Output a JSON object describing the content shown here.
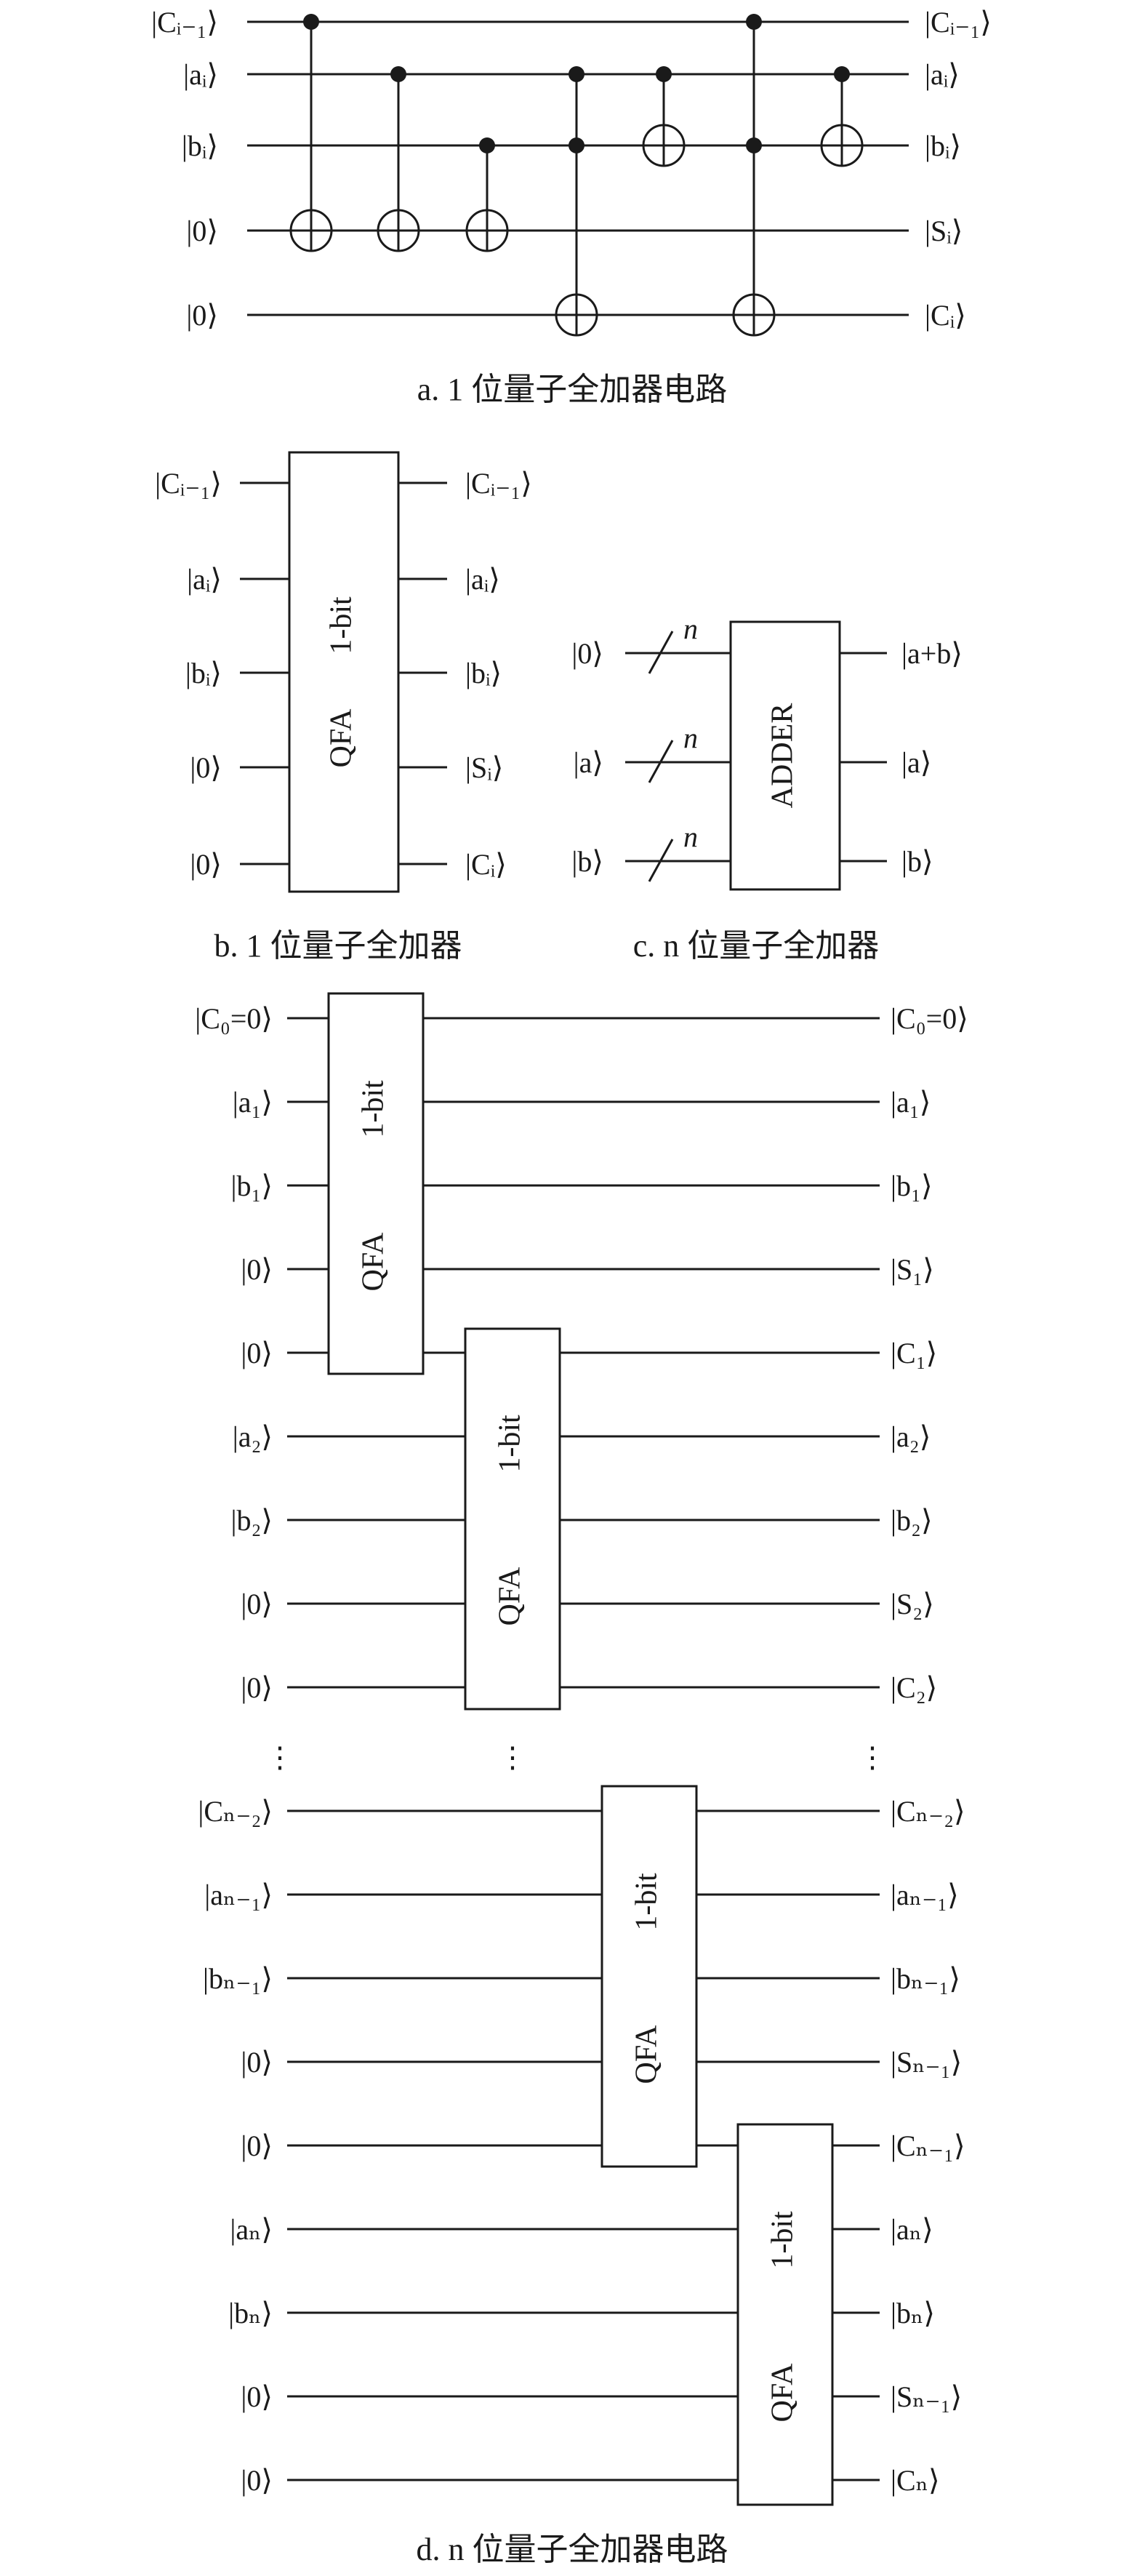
{
  "captions": {
    "a": "a. 1 位量子全加器电路",
    "b": "b. 1 位量子全加器",
    "c": "c. n 位量子全加器",
    "d": "d. n 位量子全加器电路"
  },
  "block_labels": {
    "bit": "1-bit",
    "qfa": "QFA",
    "adder": "ADDER",
    "width": "n"
  },
  "panel_a": {
    "inputs": [
      "|Cᵢ₋₁⟩",
      "|aᵢ⟩",
      "|bᵢ⟩",
      "|0⟩",
      "|0⟩"
    ],
    "outputs": [
      "|Cᵢ₋₁⟩",
      "|aᵢ⟩",
      "|bᵢ⟩",
      "|Sᵢ⟩",
      "|Cᵢ⟩"
    ]
  },
  "panel_b": {
    "inputs": [
      "|Cᵢ₋₁⟩",
      "|aᵢ⟩",
      "|bᵢ⟩",
      "|0⟩",
      "|0⟩"
    ],
    "outputs": [
      "|Cᵢ₋₁⟩",
      "|aᵢ⟩",
      "|bᵢ⟩",
      "|Sᵢ⟩",
      "|Cᵢ⟩"
    ]
  },
  "panel_c": {
    "inputs": [
      "|0⟩",
      "|a⟩",
      "|b⟩"
    ],
    "outputs": [
      "|a+b⟩",
      "|a⟩",
      "|b⟩"
    ]
  },
  "panel_d": {
    "inputs": [
      "|C₀=0⟩",
      "|a₁⟩",
      "|b₁⟩",
      "|0⟩",
      "|0⟩",
      "|a₂⟩",
      "|b₂⟩",
      "|0⟩",
      "|0⟩",
      "|Cₙ₋₂⟩",
      "|aₙ₋₁⟩",
      "|bₙ₋₁⟩",
      "|0⟩",
      "|0⟩",
      "|aₙ⟩",
      "|bₙ⟩",
      "|0⟩",
      "|0⟩"
    ],
    "outputs": [
      "|C₀=0⟩",
      "|a₁⟩",
      "|b₁⟩",
      "|S₁⟩",
      "|C₁⟩",
      "|a₂⟩",
      "|b₂⟩",
      "|S₂⟩",
      "|C₂⟩",
      "|Cₙ₋₂⟩",
      "|aₙ₋₁⟩",
      "|bₙ₋₁⟩",
      "|Sₙ₋₁⟩",
      "|Cₙ₋₁⟩",
      "|aₙ⟩",
      "|bₙ⟩",
      "|Sₙ₋₁⟩",
      "|Cₙ⟩"
    ],
    "ellipsis": "⋮"
  }
}
